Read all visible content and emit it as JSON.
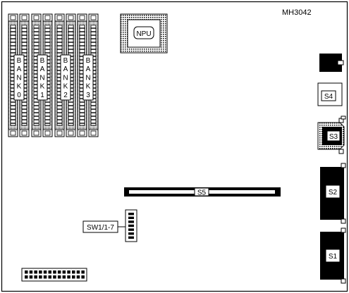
{
  "diagram": {
    "figure_id": "MH3042",
    "npu_label": "NPU",
    "banks": [
      {
        "letters": [
          "B",
          "A",
          "N",
          "K",
          "0"
        ]
      },
      {
        "letters": [
          "B",
          "A",
          "N",
          "K",
          "1"
        ]
      },
      {
        "letters": [
          "B",
          "A",
          "N",
          "K",
          "2"
        ]
      },
      {
        "letters": [
          "B",
          "A",
          "N",
          "K",
          "3"
        ]
      }
    ],
    "connectors": {
      "s1": "S1",
      "s2": "S2",
      "s3": "S3",
      "s4": "S4",
      "s5": "S5"
    },
    "switch_label": "SW1/1-7",
    "colors": {
      "ink": "#000000",
      "paper": "#ffffff",
      "halftone": "#8a8a8a",
      "light": "#d8d8d8"
    }
  }
}
